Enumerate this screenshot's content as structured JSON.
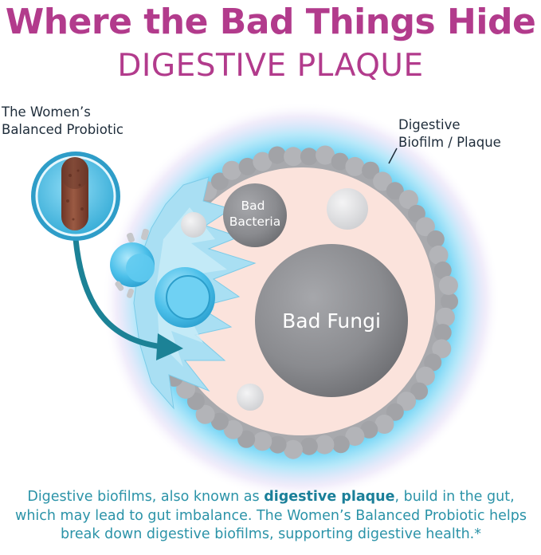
{
  "header": {
    "title": "Where the Bad Things Hide",
    "subtitle": "DIGESTIVE PLAQUE"
  },
  "labels": {
    "product_line1": "The Women’s",
    "product_line2": "Balanced Probiotic",
    "biofilm_line1": "Digestive",
    "biofilm_line2": "Biofilm / Plaque",
    "bad_bacteria_line1": "Bad",
    "bad_bacteria_line2": "Bacteria",
    "bad_fungi": "Bad Fungi"
  },
  "caption": {
    "part1": "Digestive biofilms, also known as ",
    "highlight": "digestive plaque",
    "part2": ", build in the gut, which may lead to gut imbalance. The Women’s Balanced Probiotic helps break down digestive biofilms, supporting digestive health.*"
  },
  "colors": {
    "title": "#b23b8c",
    "caption": "#2b93a8",
    "plaque_fill": "#fbe3dc",
    "biofilm_ring": "#a8a9ad",
    "probiotic_blue": "#3fb0d8",
    "capsule": "#8a4a36",
    "arrow": "#1c8296",
    "bad_organism": "#8c8d91"
  },
  "icons": [
    "probiotic-capsule-icon",
    "arrow-icon"
  ]
}
